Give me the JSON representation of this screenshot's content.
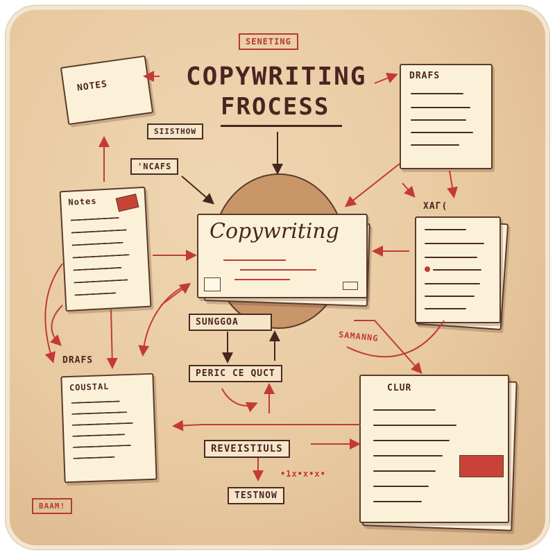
{
  "title": {
    "line1": "COPYWRITING",
    "line2": "FROCESS"
  },
  "labels": {
    "top_box": "SENETING",
    "sustion": "SIISTHOW",
    "ncafs": "'NCAFS",
    "notes_note": "NOTES",
    "notes_sheet": "Notes",
    "drafs_top": "DRAFS",
    "xafc": "ΧΑΓ(",
    "copywriting": "Copywriting",
    "suncgoa": "SUNGGOA",
    "pericce": "PERIC CE QUCT",
    "drafs_left": "DRAFS",
    "coustal": "COUSTAL",
    "clur": "CLUR",
    "revestsuls": "REVEISTIULS",
    "testnow": "TESTNOW",
    "baam": "BAAM!",
    "samaring": "SAMANNG",
    "scribble": "•1x•x•x•"
  },
  "colors": {
    "paper": "#fbf1d9",
    "ink": "#4a2420",
    "red": "#c23a33",
    "board": "#e8c9a0"
  }
}
